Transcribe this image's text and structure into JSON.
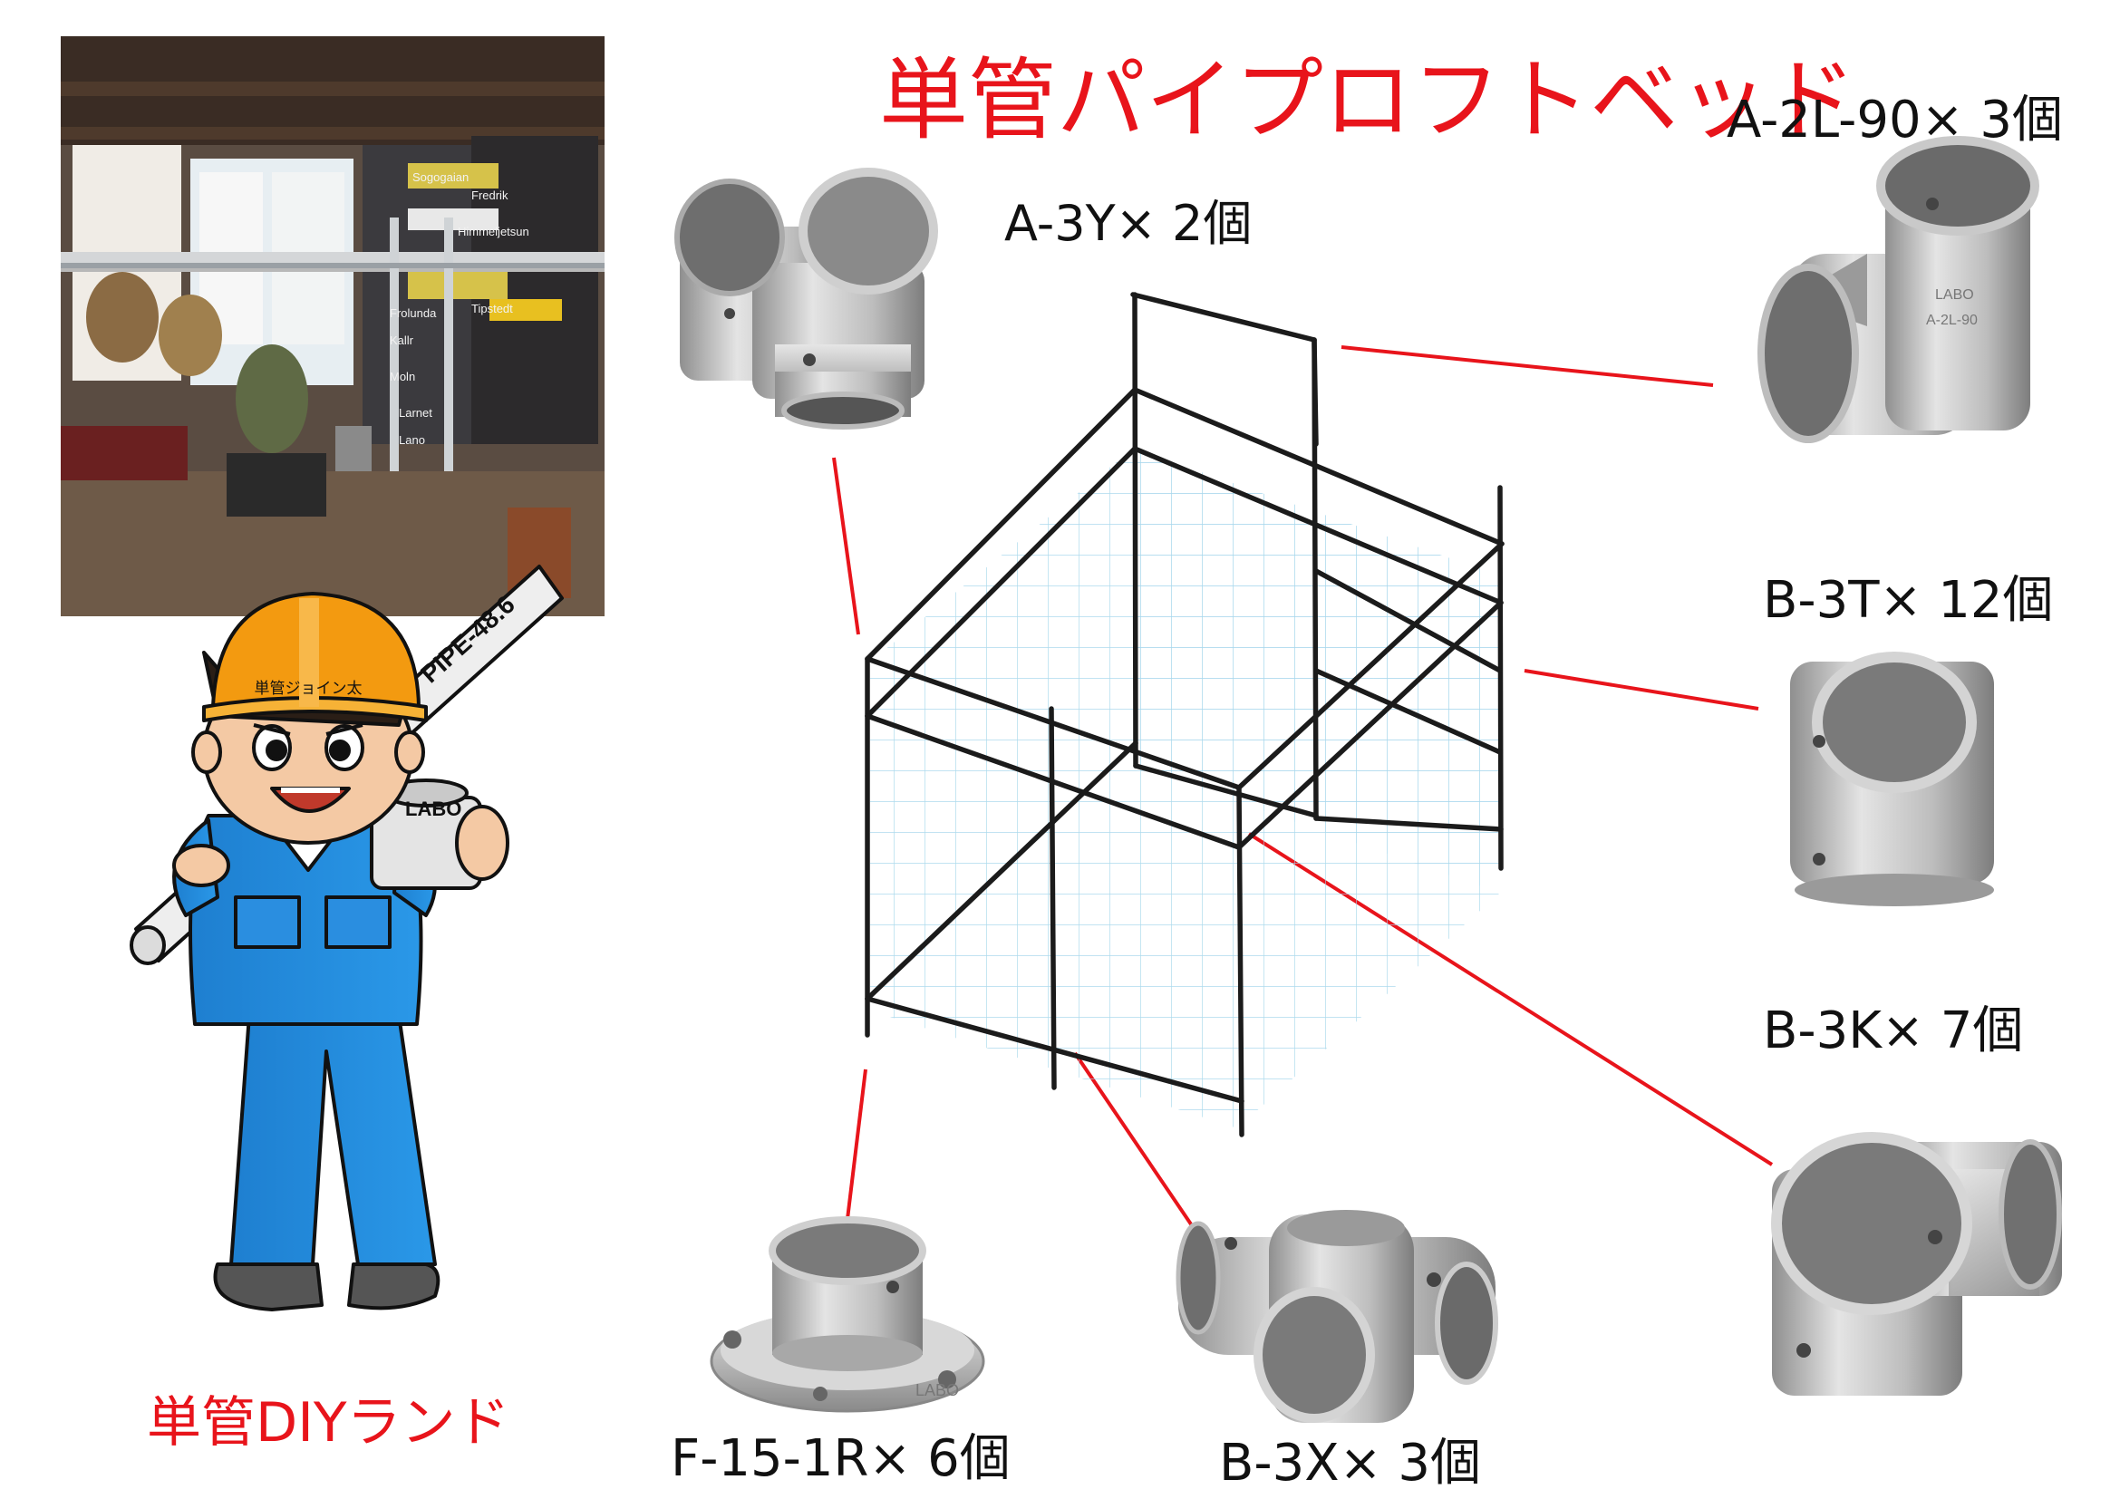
{
  "title": "単管パイプロフトベッド",
  "brand": "単管DIYランド",
  "photo": {
    "description": "loft bed room photo",
    "signs": [
      "Sogogaian",
      "Fredrik",
      "Himmeljetsun",
      "Frolunda",
      "Kallr",
      "Tipstedt",
      "Moln",
      "Larnet",
      "Lano"
    ]
  },
  "mascot": {
    "helmet_text": "単管ジョイン太",
    "pipe_text": "PIPE-48.6",
    "fitting_text": "LABO"
  },
  "parts": [
    {
      "code": "A-3Y",
      "qty": "× 2個",
      "icon": "three-way-corner-fitting"
    },
    {
      "code": "A-2L-90",
      "qty": "× 3個",
      "icon": "elbow-90-fitting"
    },
    {
      "code": "B-3T",
      "qty": "× 12個",
      "icon": "tee-fitting"
    },
    {
      "code": "B-3K",
      "qty": "× 7個",
      "icon": "three-way-k-fitting"
    },
    {
      "code": "B-3X",
      "qty": "× 3個",
      "icon": "cross-fitting"
    },
    {
      "code": "F-15-1R",
      "qty": "× 6個",
      "icon": "floor-flange-fitting"
    }
  ],
  "fitting_marks": {
    "a2l": "A-2L-90",
    "labo": "LABO"
  },
  "colors": {
    "accent": "#e8141b",
    "frame": "#1b1b1b",
    "grid": "#9fd3ea",
    "metal": "#c8c8c8"
  }
}
